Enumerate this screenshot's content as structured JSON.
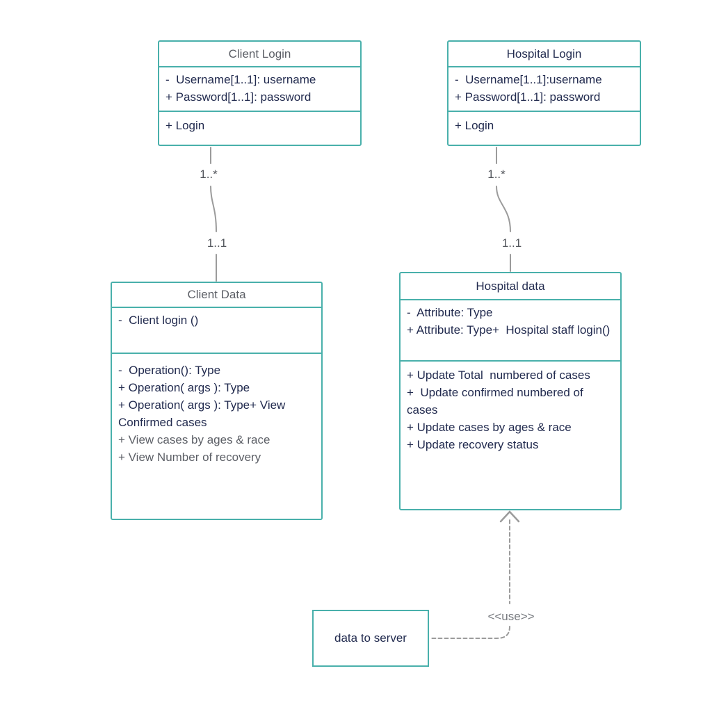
{
  "diagram_type": "uml-class-diagram",
  "colors": {
    "shape_border_teal": "#49B0AB",
    "text_navy": "#222B4F",
    "text_gray": "#5C5F66",
    "connector_gray": "#9B9B9B"
  },
  "classes": {
    "client_login": {
      "title": "Client Login",
      "attributes": [
        "-  Username[1..1]: username",
        "+ Password[1..1]: password"
      ],
      "operations": [
        "+ Login"
      ]
    },
    "hospital_login": {
      "title": "Hospital Login",
      "attributes": [
        "-  Username[1..1]:username",
        "+ Password[1..1]: password"
      ],
      "operations": [
        "+ Login"
      ]
    },
    "client_data": {
      "title": "Client Data",
      "attributes": [
        "-  Client login ()"
      ],
      "operations": [
        "-  Operation(): Type",
        "+ Operation( args ): Type",
        "+ Operation( args ): Type+ View Confirmed cases",
        "+ View cases by ages & race",
        "+ View Number of recovery"
      ]
    },
    "hospital_data": {
      "title": "Hospital data",
      "attributes": [
        "-  Attribute: Type",
        "+ Attribute: Type+  Hospital staff login()"
      ],
      "operations": [
        "+ Update Total  numbered of cases",
        "+  Update confirmed numbered of cases",
        "+ Update cases by ages & race",
        "+ Update recovery status"
      ]
    },
    "data_to_server": {
      "title": "data to server"
    }
  },
  "connectors": {
    "client": {
      "source_multiplicity": "1..*",
      "target_multiplicity": "1..1"
    },
    "hospital": {
      "source_multiplicity": "1..*",
      "target_multiplicity": "1..1"
    },
    "use_dependency": {
      "label": "<<use>>"
    }
  }
}
